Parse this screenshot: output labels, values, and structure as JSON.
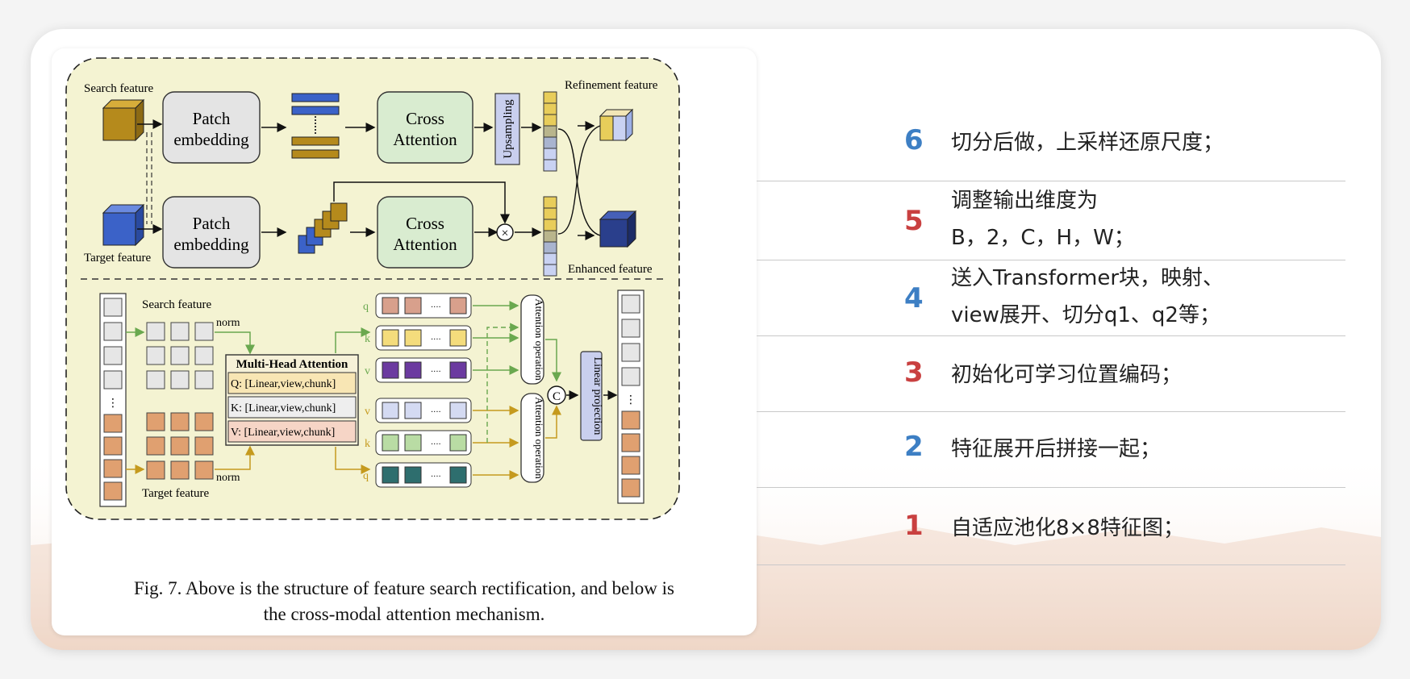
{
  "figure": {
    "caption_line1": "Fig. 7. Above is the structure of feature search rectification, and below is",
    "caption_line2": "the cross-modal attention mechanism.",
    "top": {
      "search_feature": "Search feature",
      "target_feature": "Target feature",
      "patch_embedding_l1": "Patch",
      "patch_embedding_l2": "embedding",
      "cross_l1": "Cross",
      "cross_l2": "Attention",
      "upsampling": "Upsampling",
      "refinement_feature": "Refinement feature",
      "enhanced_feature": "Enhanced feature",
      "multiply_symbol": "×"
    },
    "bottom": {
      "search_feature": "Search feature",
      "target_feature": "Target feature",
      "norm_top": "norm",
      "norm_bottom": "norm",
      "mha_title": "Multi-Head Attention",
      "q_row": "Q: [Linear,view,chunk]",
      "k_row": "K: [Linear,view,chunk]",
      "v_row": "V: [Linear,view,chunk]",
      "label_q_top": "q",
      "label_k_top": "k",
      "label_v_top": "v",
      "label_v_bottom": "v",
      "label_k_bottom": "k",
      "label_q_bottom": "q",
      "attention_operation_top": "Attention operation",
      "attention_operation_bottom": "Attention operation",
      "concat_symbol": "C",
      "linear_projection": "Linear projection",
      "dots": "····"
    }
  },
  "steps": [
    {
      "num": "6",
      "color": "#3d7fc4",
      "lines": [
        "切分后做，上采样还原尺度；"
      ]
    },
    {
      "num": "5",
      "color": "#c94040",
      "lines": [
        "调整输出维度为",
        "B，2，C，H，W；"
      ]
    },
    {
      "num": "4",
      "color": "#3d7fc4",
      "lines": [
        "送入Transformer块，映射、",
        "view展开、切分q1、q2等；"
      ]
    },
    {
      "num": "3",
      "color": "#c94040",
      "lines": [
        "初始化可学习位置编码；"
      ]
    },
    {
      "num": "2",
      "color": "#3d7fc4",
      "lines": [
        "特征展开后拼接一起；"
      ]
    },
    {
      "num": "1",
      "color": "#c94040",
      "lines": [
        "自适应池化8×8特征图；"
      ]
    }
  ]
}
